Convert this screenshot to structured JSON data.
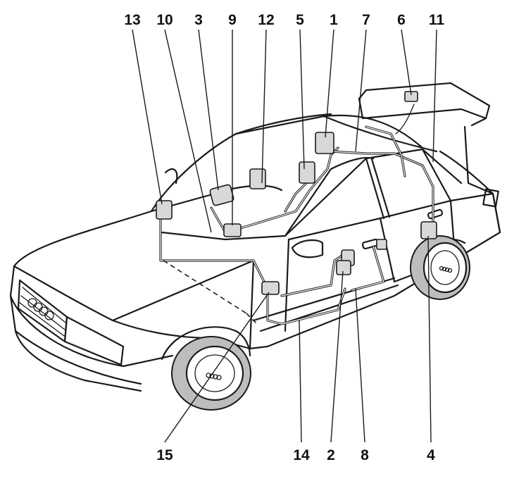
{
  "callouts": [
    {
      "id": "13",
      "label": "13"
    },
    {
      "id": "10",
      "label": "10"
    },
    {
      "id": "3",
      "label": "3"
    },
    {
      "id": "9",
      "label": "9"
    },
    {
      "id": "12",
      "label": "12"
    },
    {
      "id": "5",
      "label": "5"
    },
    {
      "id": "1",
      "label": "1"
    },
    {
      "id": "7",
      "label": "7"
    },
    {
      "id": "6",
      "label": "6"
    },
    {
      "id": "11",
      "label": "11"
    },
    {
      "id": "15",
      "label": "15"
    },
    {
      "id": "14",
      "label": "14"
    },
    {
      "id": "2",
      "label": "2"
    },
    {
      "id": "8",
      "label": "8"
    },
    {
      "id": "4",
      "label": "4"
    }
  ]
}
